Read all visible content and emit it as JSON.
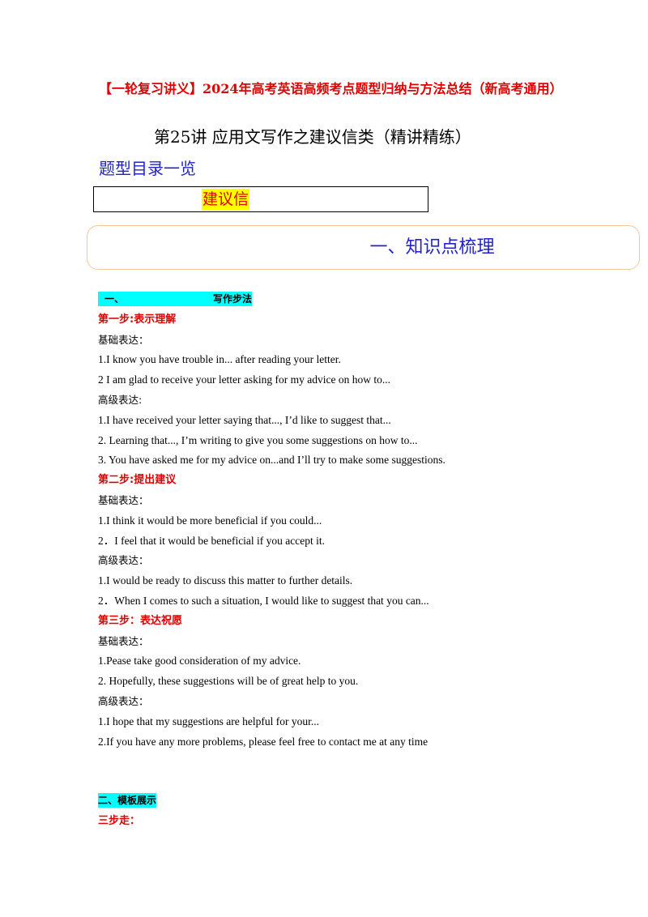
{
  "header": {
    "series_title": "【一轮复习讲义】2024年高考英语高频考点题型归纳与方法总结（新高考通用）",
    "lecture_title": "第25讲 应用文写作之建议信类（精讲精练）"
  },
  "toc": {
    "heading": "题型目录一览",
    "items": [
      "建议信"
    ]
  },
  "section": {
    "title": "一、知识点梳理"
  },
  "part1": {
    "label_prefix": "一、",
    "label_title": "写作步法",
    "step1": {
      "title": "第一步:表示理解",
      "basic_label": "基础表达：",
      "basic": [
        "1.I know you have trouble in... after reading your letter.",
        "2 I am glad to receive your letter asking for my advice on how to..."
      ],
      "advanced_label": "高级表达:",
      "advanced": [
        "1.I have received your letter saying that..., I’d like to suggest that...",
        "2. Learning that..., I’m writing to give you some suggestions on how to...",
        "3. You have asked me for my advice on...and I’ll try to make some suggestions."
      ]
    },
    "step2": {
      "title": "第二步:提出建议",
      "basic_label": "基础表达：",
      "basic": [
        "1.I think it would be more beneficial if you could...",
        "2．I feel that it would be beneficial if you accept it."
      ],
      "advanced_label": "高级表达：",
      "advanced": [
        "1.I would be ready to discuss this matter to further details.",
        "2．When I comes to such a situation, I would like to suggest that you can..."
      ]
    },
    "step3": {
      "title": "第三步：表达祝愿",
      "basic_label": "基础表达：",
      "basic": [
        "1.Pease take good consideration of my advice.",
        "2. Hopefully, these suggestions will be of great help to you."
      ],
      "advanced_label": "高级表达：",
      "advanced": [
        "1.I hope that my suggestions are helpful for your...",
        "2.If you have any more problems, please feel free to contact me at any time"
      ]
    }
  },
  "part2": {
    "label": "二、模板展示",
    "subtitle": "三步走："
  }
}
